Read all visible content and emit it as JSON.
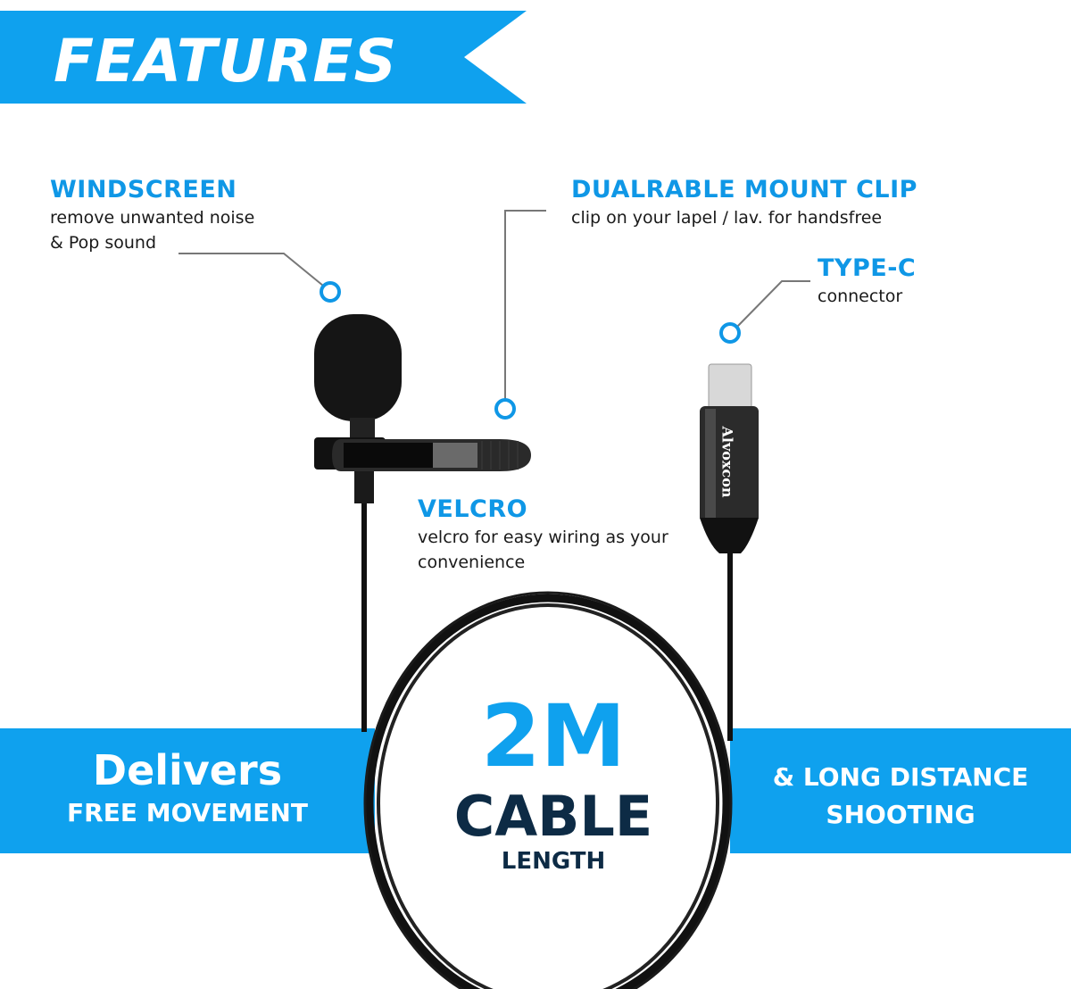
{
  "banner": {
    "title": "FEATURES",
    "color": "#0fa1ee"
  },
  "callouts": {
    "windscreen": {
      "title": "WINDSCREEN",
      "desc_line1": "remove unwanted noise",
      "desc_line2": "& Pop sound"
    },
    "mount_clip": {
      "title": "DUALRABLE MOUNT CLIP",
      "desc_line1": "clip on your lapel / lav. for handsfree"
    },
    "type_c": {
      "title": "TYPE-C",
      "desc_line1": "connector"
    },
    "velcro": {
      "title": "VELCRO",
      "desc_line1": "velcro for easy wiring as your",
      "desc_line2": "convenience"
    }
  },
  "product": {
    "brand": "Alvoxcon"
  },
  "bottom": {
    "left_line1": "Delivers",
    "left_line2": "FREE MOVEMENT",
    "center_big": "2M",
    "center_mid": "CABLE",
    "center_small": "LENGTH",
    "right_line1": "& LONG DISTANCE",
    "right_line2": "SHOOTING"
  },
  "colors": {
    "accent": "#0fa1ee",
    "callout_title": "#0f97e6",
    "dark_navy": "#0d2b45"
  }
}
